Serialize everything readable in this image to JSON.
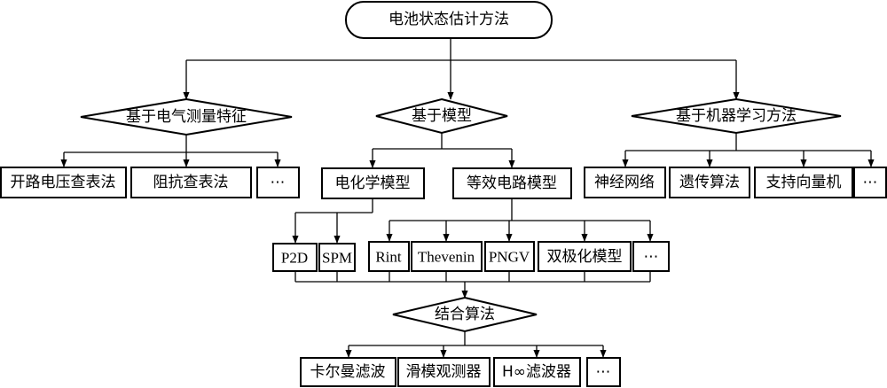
{
  "root": "电池状态估计方法",
  "categories": {
    "electrical": "基于电气测量特征",
    "model": "基于模型",
    "ml": "基于机器学习方法"
  },
  "electrical_methods": [
    "开路电压查表法",
    "阻抗查表法",
    "⋯"
  ],
  "model_types": {
    "electrochemical": "电化学模型",
    "equivalent_circuit": "等效电路模型"
  },
  "electrochemical_models": [
    "P2D",
    "SPM"
  ],
  "equivalent_circuit_models": [
    "Rint",
    "Thevenin",
    "PNGV",
    "双极化模型",
    "⋯"
  ],
  "ml_methods": [
    "神经网络",
    "遗传算法",
    "支持向量机",
    "⋯"
  ],
  "combine": "结合算法",
  "algorithms": [
    "卡尔曼滤波",
    "滑模观测器",
    "H∞滤波器",
    "⋯"
  ]
}
